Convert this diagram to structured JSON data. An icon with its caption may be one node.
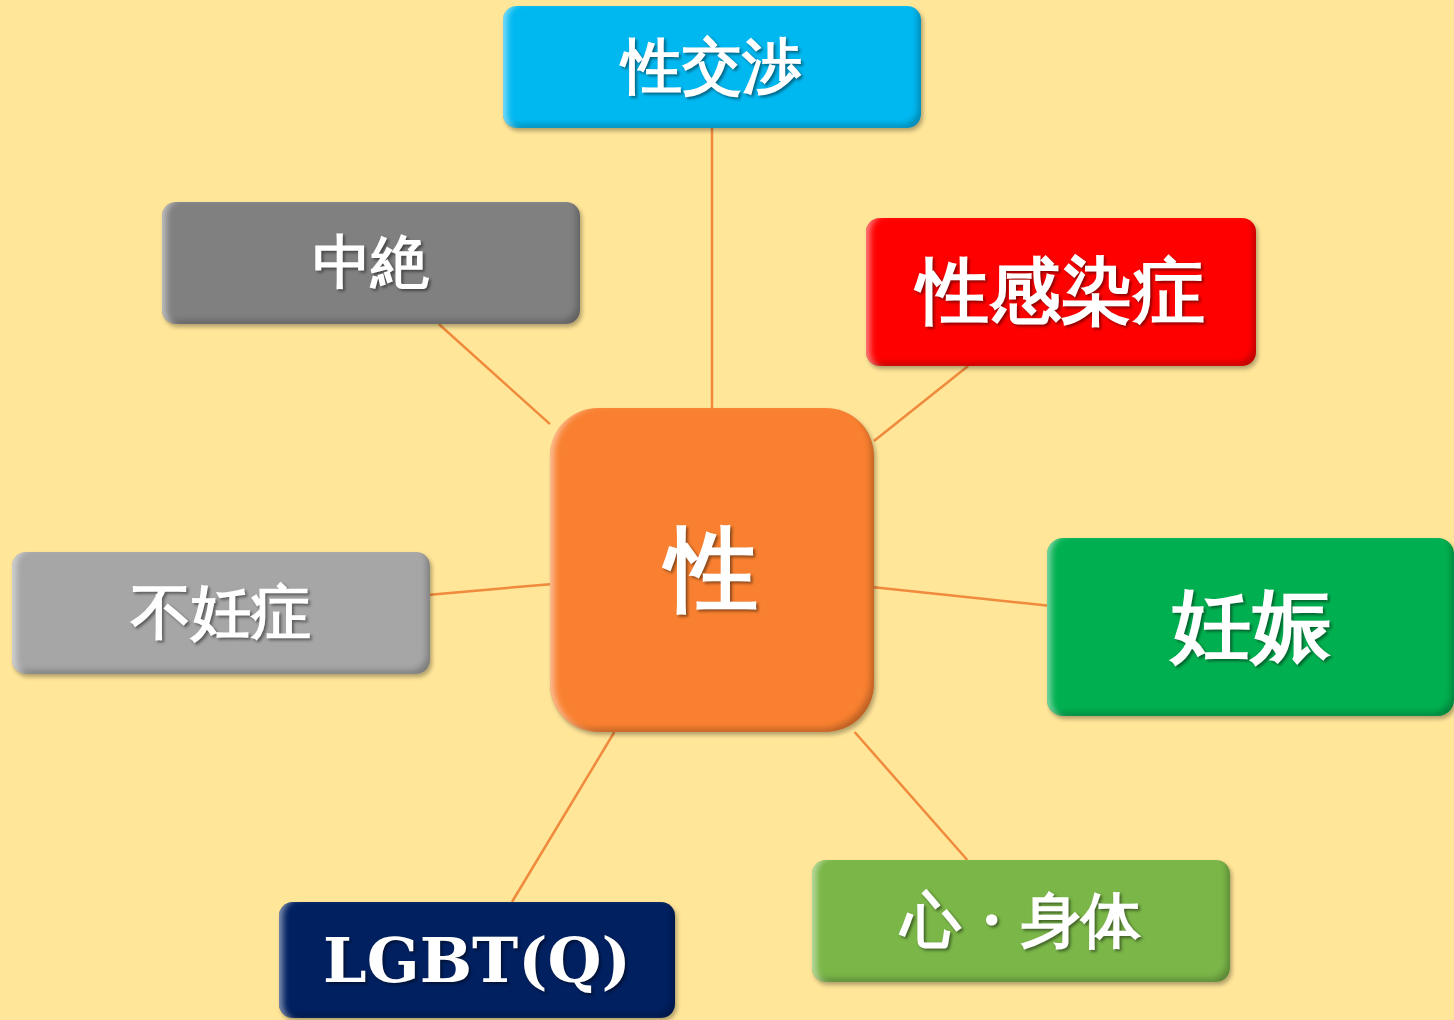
{
  "diagram": {
    "nodes": [
      {
        "text": [
          "性交渉"
        ]
      },
      {
        "text": [
          "中絶"
        ]
      },
      {
        "text": [
          "性感染症"
        ]
      },
      {
        "text": [
          "性"
        ]
      },
      {
        "text": [
          "不妊症"
        ]
      },
      {
        "text": [
          "妊娠"
        ]
      },
      {
        "text": [
          "心・身体"
        ]
      },
      {
        "text": [
          "LGBT(Q)"
        ]
      }
    ],
    "edges": [
      {
        "from": 3,
        "to": 0,
        "arrow": "none"
      },
      {
        "from": 3,
        "to": 1,
        "arrow": "none"
      },
      {
        "from": 3,
        "to": 2,
        "arrow": "none"
      },
      {
        "from": 3,
        "to": 4,
        "arrow": "none"
      },
      {
        "from": 3,
        "to": 5,
        "arrow": "none"
      },
      {
        "from": 3,
        "to": 6,
        "arrow": "none"
      },
      {
        "from": 3,
        "to": 7,
        "arrow": "none"
      }
    ]
  }
}
